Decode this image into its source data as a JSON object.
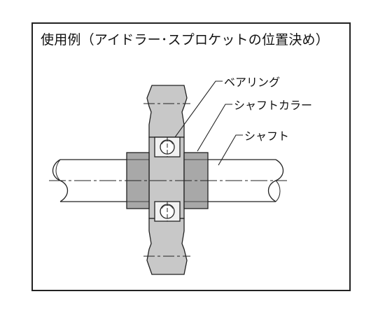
{
  "title": "使用例（アイドラー･スプロケットの位置決め）",
  "labels": {
    "bearing": "ベアリング",
    "shaft_collar": "シャフトカラー",
    "shaft": "シャフト"
  },
  "colors": {
    "border": "#222222",
    "sprocket": "#c8c8c8",
    "collar": "#a8a8a8",
    "shaft_fill": "#ffffff",
    "stroke": "#222222"
  }
}
